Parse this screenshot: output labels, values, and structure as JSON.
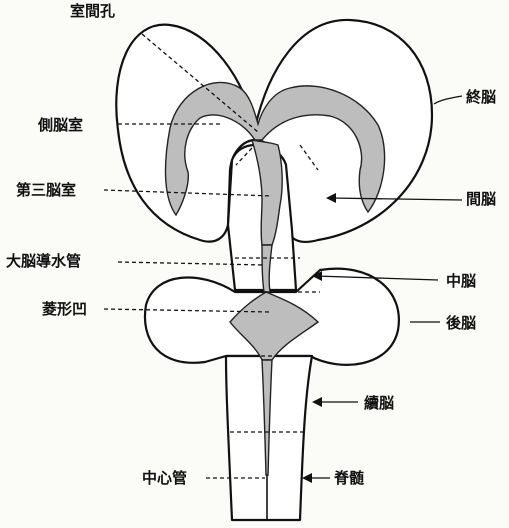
{
  "labels": {
    "foramen": "室間孔",
    "lateral_ventricle": "側脳室",
    "third_ventricle": "第三脳室",
    "aqueduct": "大脳導水管",
    "rhomboid_fossa": "菱形凹",
    "central_canal": "中心管",
    "telencephalon": "終脳",
    "diencephalon": "間脳",
    "mesencephalon": "中脳",
    "metencephalon": "後脳",
    "myelencephalon": "續脳",
    "spinal_cord": "脊髄"
  }
}
